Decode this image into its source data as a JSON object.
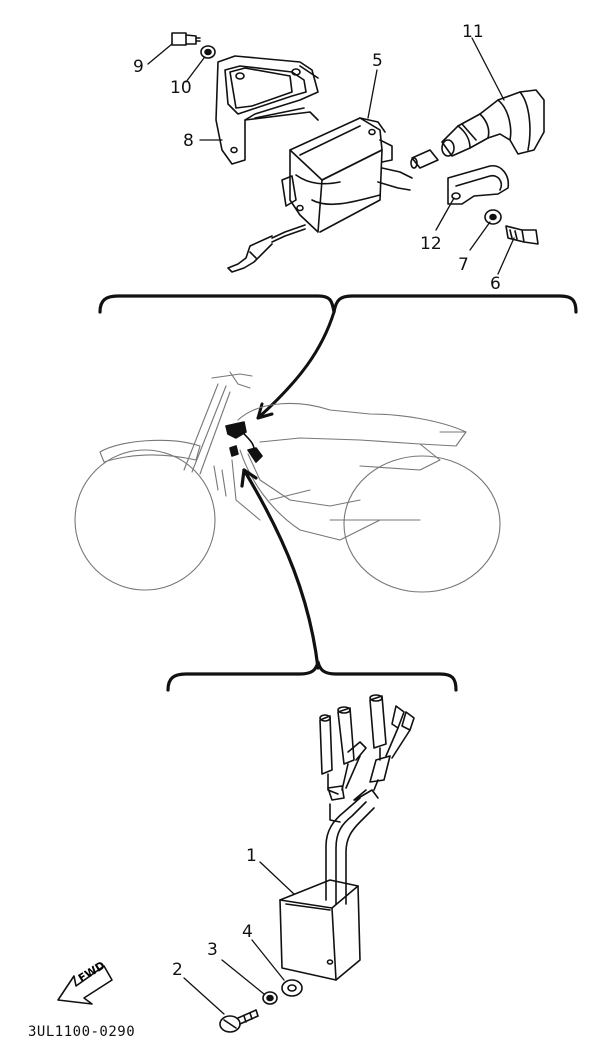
{
  "callouts": {
    "c1": "1",
    "c2": "2",
    "c3": "3",
    "c4": "4",
    "c5": "5",
    "c6": "6",
    "c7": "7",
    "c8": "8",
    "c9": "9",
    "c10": "10",
    "c11": "11",
    "c12": "12"
  },
  "fwd_label": "FWD",
  "diagram_code": "3UL1100-0290"
}
